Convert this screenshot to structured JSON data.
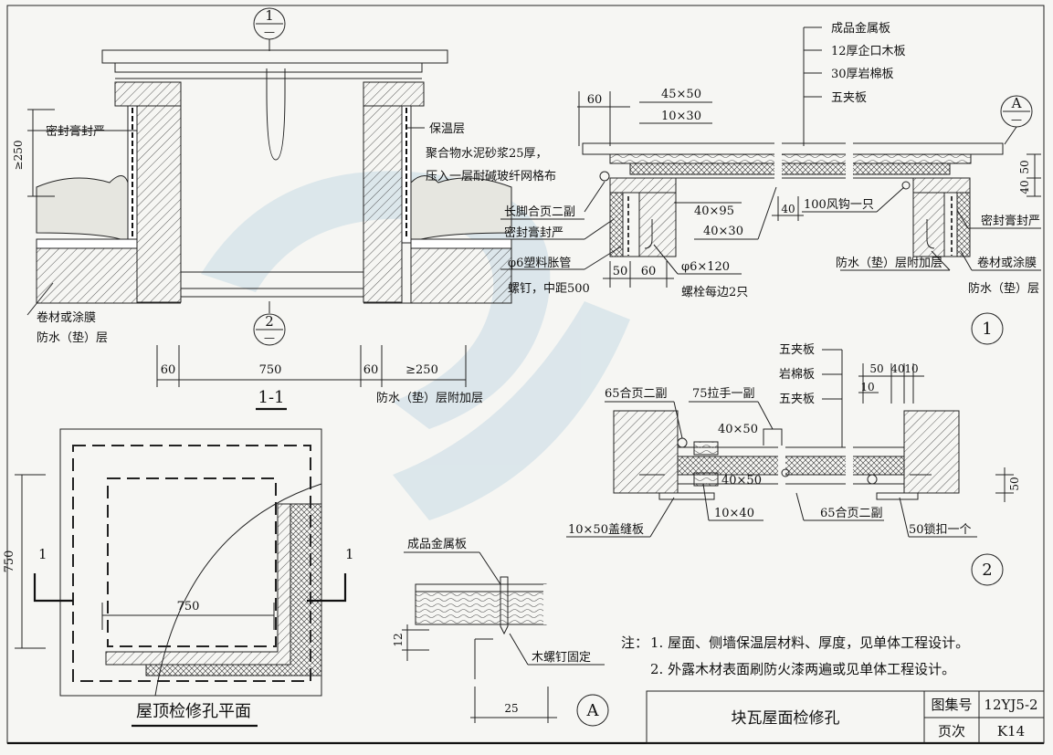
{
  "section_1_1": {
    "callout_top": {
      "num": "1",
      "den": "—"
    },
    "callout_bottom": {
      "num": "2",
      "den": "—"
    },
    "left_labels": [
      "密封膏封严",
      "≥250",
      "卷材或涂膜",
      "防水（垫）层"
    ],
    "right_labels": [
      "保温层",
      "聚合物水泥砂浆25厚，",
      "压入一层耐碱玻纤网格布"
    ],
    "dims": [
      "60",
      "750",
      "60",
      "≥250"
    ],
    "dim_note": "防水（垫）层附加层",
    "title": "1-1"
  },
  "detail_1": {
    "leaders_top": [
      "成品金属板",
      "12厚企口木板",
      "30厚岩棉板",
      "五夹板"
    ],
    "dims_top": [
      "60",
      "45×50",
      "10×30"
    ],
    "callout": {
      "num": "A",
      "den": "—"
    },
    "right_dims": [
      "50",
      "40"
    ],
    "labels": [
      "长脚合页二副",
      "密封膏封严",
      "φ6塑料胀管",
      "螺钉，中距500",
      "40×95",
      "40×30",
      "40",
      "100风钩一只",
      "50",
      "60",
      "φ6×120",
      "螺栓每边2只",
      "密封膏封严",
      "防水（垫）层附加层",
      "卷材或涂膜",
      "防水（垫）层"
    ],
    "number": "1"
  },
  "detail_2": {
    "labels_right": [
      "五夹板",
      "岩棉板",
      "五夹板"
    ],
    "dims_right": [
      "50",
      "40",
      "10",
      "10"
    ],
    "labels": [
      "65合页二副",
      "75拉手一副",
      "40×50",
      "40×50",
      "10×40",
      "10×50盖缝板",
      "65合页二副",
      "50锁扣一个",
      "50"
    ],
    "number": "2"
  },
  "plan": {
    "dim_v": "750",
    "dim_h": "750",
    "marks": [
      "1",
      "1"
    ],
    "title": "屋顶检修孔平面"
  },
  "detail_A": {
    "label_top": "成品金属板",
    "label_screw": "木螺钉固定",
    "dim_v": "12",
    "dim_h": "25",
    "callout": "A"
  },
  "notes": {
    "prefix": "注：",
    "lines": [
      "1.  屋面、侧墙保温层材料、厚度，见单体工程设计。",
      "2.  外露木材表面刷防火漆两遍或见单体工程设计。"
    ]
  },
  "title_block": {
    "title": "块瓦屋面检修孔",
    "atlas_label": "图集号",
    "atlas_value": "12YJ5-2",
    "page_label": "页次",
    "page_value": "K14"
  }
}
